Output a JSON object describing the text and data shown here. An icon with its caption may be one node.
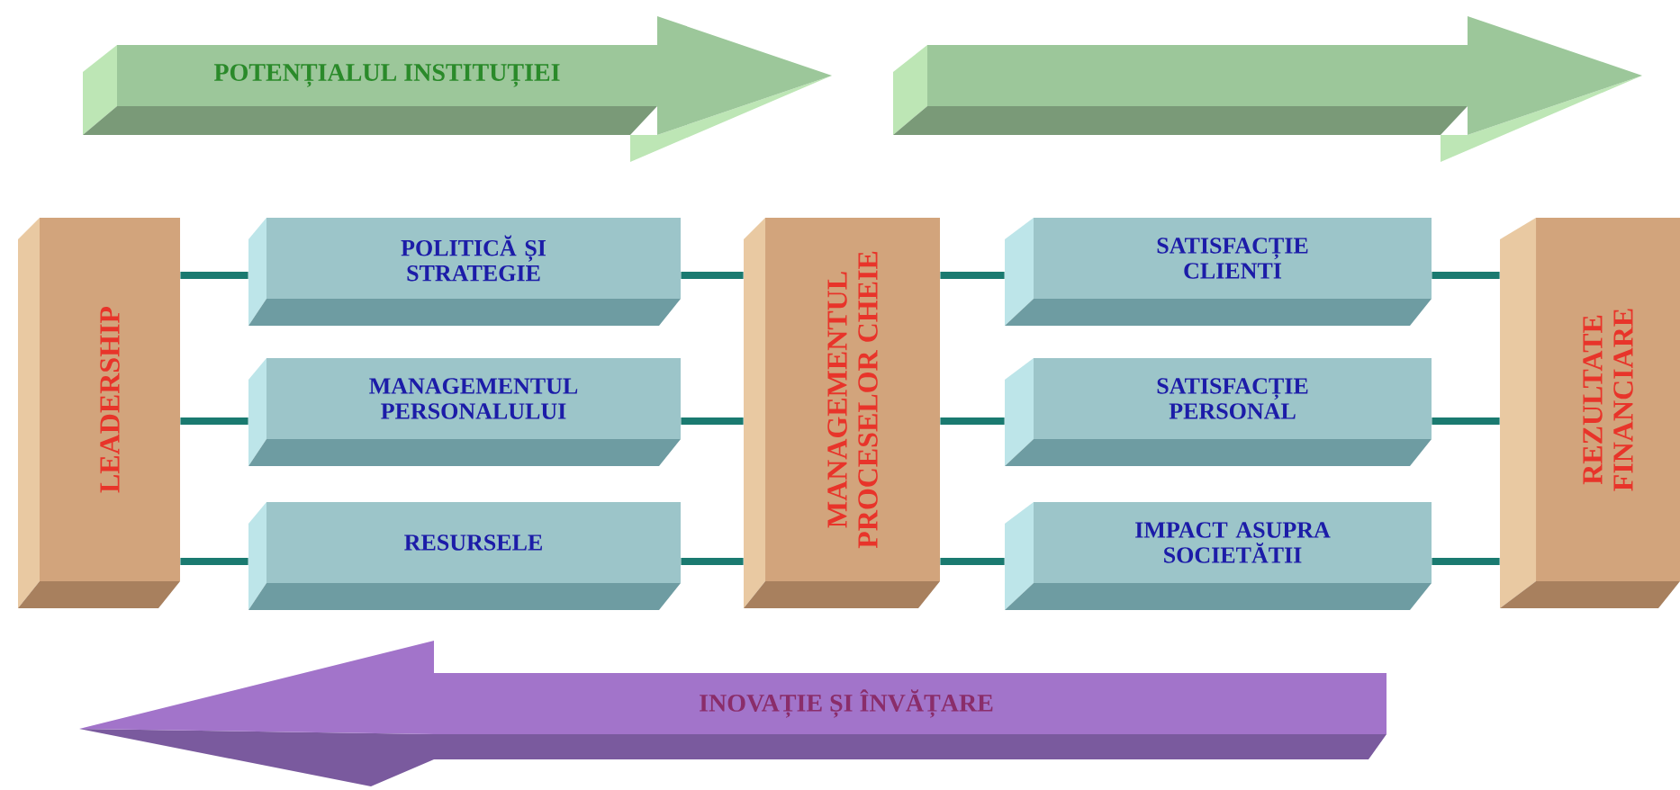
{
  "diagram": {
    "nodes": [
      {
        "text": [
          "POTENȚIALUL INSTITUȚIEI"
        ]
      },
      {
        "text": [],
        "shape": "arrow"
      },
      {
        "text": [
          "LEADERSHIP"
        ]
      },
      {
        "text": [
          "POLITICĂ ȘI STRATEGIE"
        ]
      },
      {
        "text": [
          "MANAGEMENTUL PERSONALULUI"
        ]
      },
      {
        "text": [
          "RESURSELE"
        ]
      },
      {
        "text": [
          "MANAGEMENTUL PROCESELOR CHEIE"
        ]
      },
      {
        "text": [
          "SATISFACȚIE CLIENTI"
        ]
      },
      {
        "text": [
          "SATISFACȚIE PERSONAL"
        ]
      },
      {
        "text": [
          "IMPACT ASUPRA SOCIETĂTII"
        ]
      },
      {
        "text": [
          "REZULTATE FINANCIARE"
        ]
      },
      {
        "text": [
          "INOVAȚIE ȘI ÎNVĂȚARE"
        ]
      }
    ],
    "edges": [
      {
        "from": 2,
        "to": 3,
        "arrow": "none"
      },
      {
        "from": 2,
        "to": 4,
        "arrow": "none"
      },
      {
        "from": 2,
        "to": 5,
        "arrow": "none"
      },
      {
        "from": 3,
        "to": 6,
        "arrow": "none"
      },
      {
        "from": 4,
        "to": 6,
        "arrow": "none"
      },
      {
        "from": 5,
        "to": 6,
        "arrow": "none"
      },
      {
        "from": 6,
        "to": 7,
        "arrow": "none"
      },
      {
        "from": 6,
        "to": 8,
        "arrow": "none"
      },
      {
        "from": 6,
        "to": 9,
        "arrow": "none"
      },
      {
        "from": 7,
        "to": 10,
        "arrow": "none"
      },
      {
        "from": 8,
        "to": 10,
        "arrow": "none"
      },
      {
        "from": 9,
        "to": 10,
        "arrow": "none"
      }
    ]
  }
}
